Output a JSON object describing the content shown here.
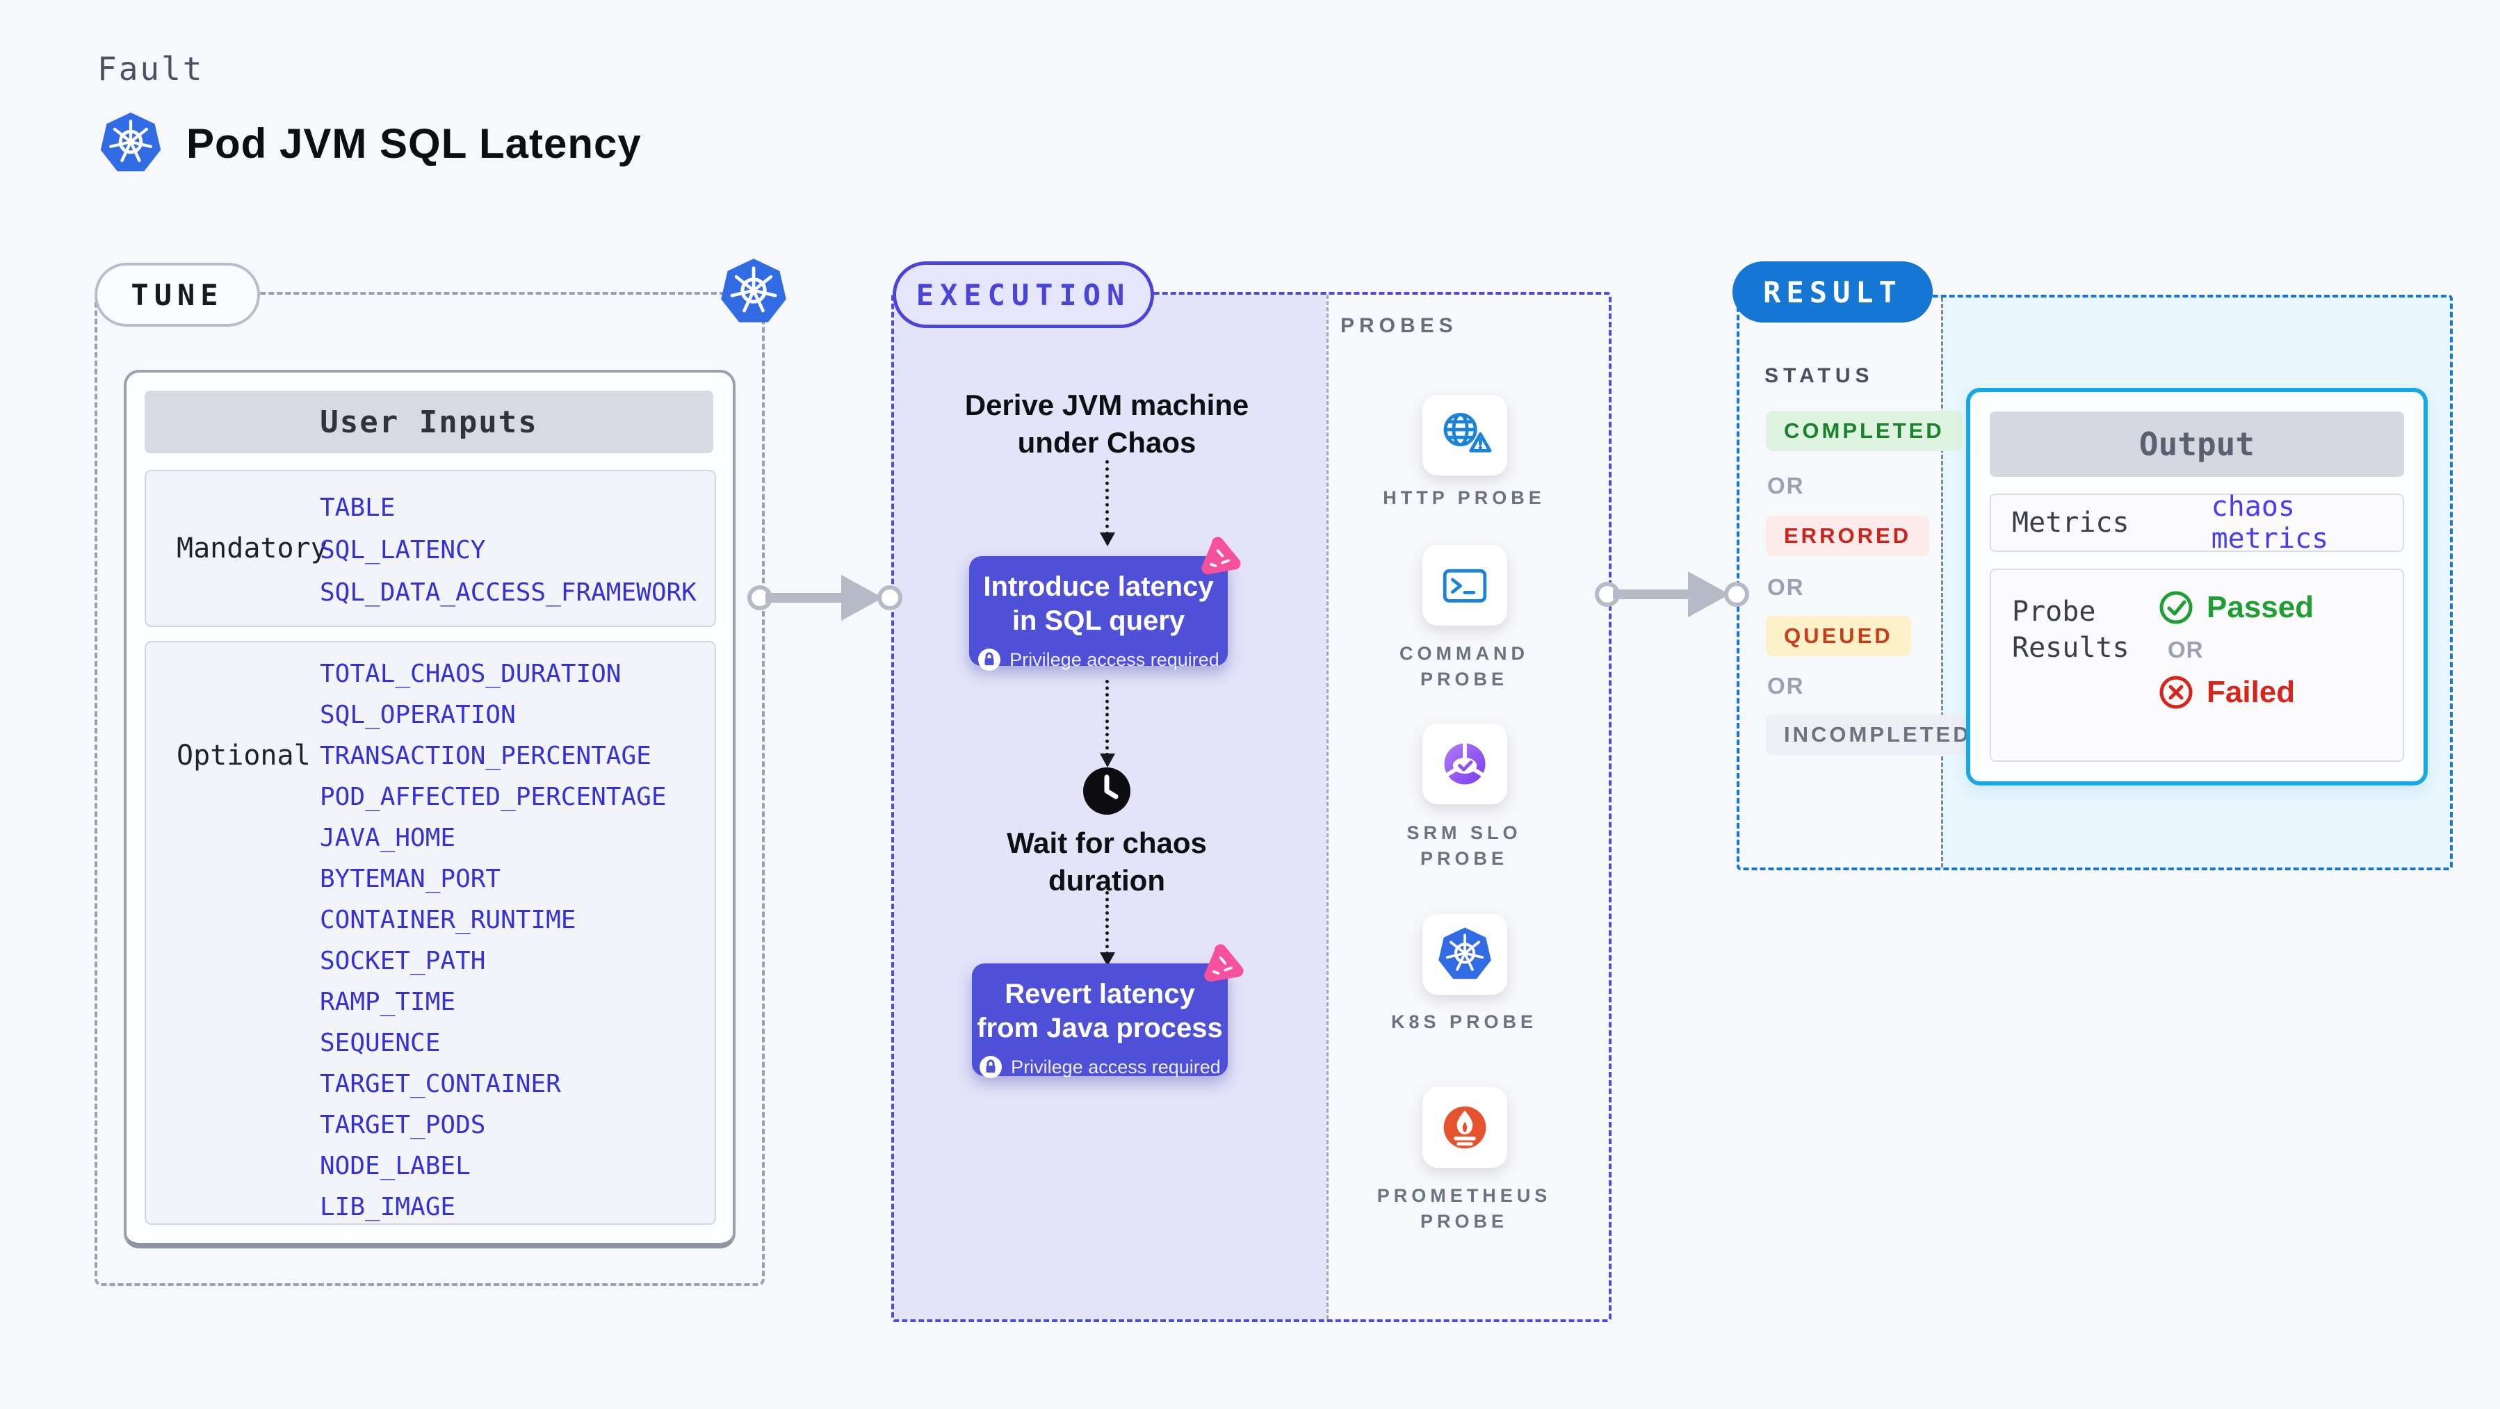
{
  "header": {
    "eyebrow": "Fault",
    "title": "Pod JVM SQL Latency"
  },
  "tune": {
    "badge": "TUNE",
    "card_title": "User Inputs",
    "mandatory_label": "Mandatory",
    "mandatory_items": [
      "TABLE",
      "SQL_LATENCY",
      "SQL_DATA_ACCESS_FRAMEWORK"
    ],
    "optional_label": "Optional",
    "optional_items": [
      "TOTAL_CHAOS_DURATION",
      "SQL_OPERATION",
      "TRANSACTION_PERCENTAGE",
      "POD_AFFECTED_PERCENTAGE",
      "JAVA_HOME",
      "BYTEMAN_PORT",
      "CONTAINER_RUNTIME",
      "SOCKET_PATH",
      "RAMP_TIME",
      "SEQUENCE",
      "TARGET_CONTAINER",
      "TARGET_PODS",
      "NODE_LABEL",
      "LIB_IMAGE"
    ]
  },
  "execution": {
    "badge": "EXECUTION",
    "step1": "Derive JVM machine under Chaos",
    "action1": {
      "label": "Introduce latency in SQL query",
      "note": "Privilege access required"
    },
    "wait": "Wait for chaos duration",
    "action2": {
      "label": "Revert latency from Java process",
      "note": "Privilege access required"
    }
  },
  "probes": {
    "title": "PROBES",
    "items": [
      {
        "label": "HTTP PROBE",
        "icon": "globe-warning-icon"
      },
      {
        "label": "COMMAND PROBE",
        "icon": "terminal-icon"
      },
      {
        "label": "SRM SLO PROBE",
        "icon": "slo-gauge-icon"
      },
      {
        "label": "K8S PROBE",
        "icon": "kubernetes-icon"
      },
      {
        "label": "PROMETHEUS PROBE",
        "icon": "prometheus-flame-icon"
      }
    ]
  },
  "result": {
    "badge": "RESULT",
    "status_title": "STATUS",
    "or": "OR",
    "statuses": [
      {
        "label": "COMPLETED"
      },
      {
        "label": "ERRORED"
      },
      {
        "label": "QUEUED"
      },
      {
        "label": "INCOMPLETED"
      }
    ],
    "output": {
      "title": "Output",
      "metrics_label": "Metrics",
      "metrics_value": "chaos metrics",
      "probe_results_label": "Probe Results",
      "passed": "Passed",
      "or": "OR",
      "failed": "Failed"
    }
  },
  "colors": {
    "accent_indigo": "#4e50d8",
    "accent_blue": "#1377d3",
    "accent_cyan": "#16a8e2",
    "success_green": "#1f9e33",
    "error_red": "#d6261b",
    "pink_spark": "#f7509c",
    "k8s_blue": "#326CE5",
    "prometheus_orange": "#e6522c",
    "env_var_blue": "#3431d6"
  }
}
